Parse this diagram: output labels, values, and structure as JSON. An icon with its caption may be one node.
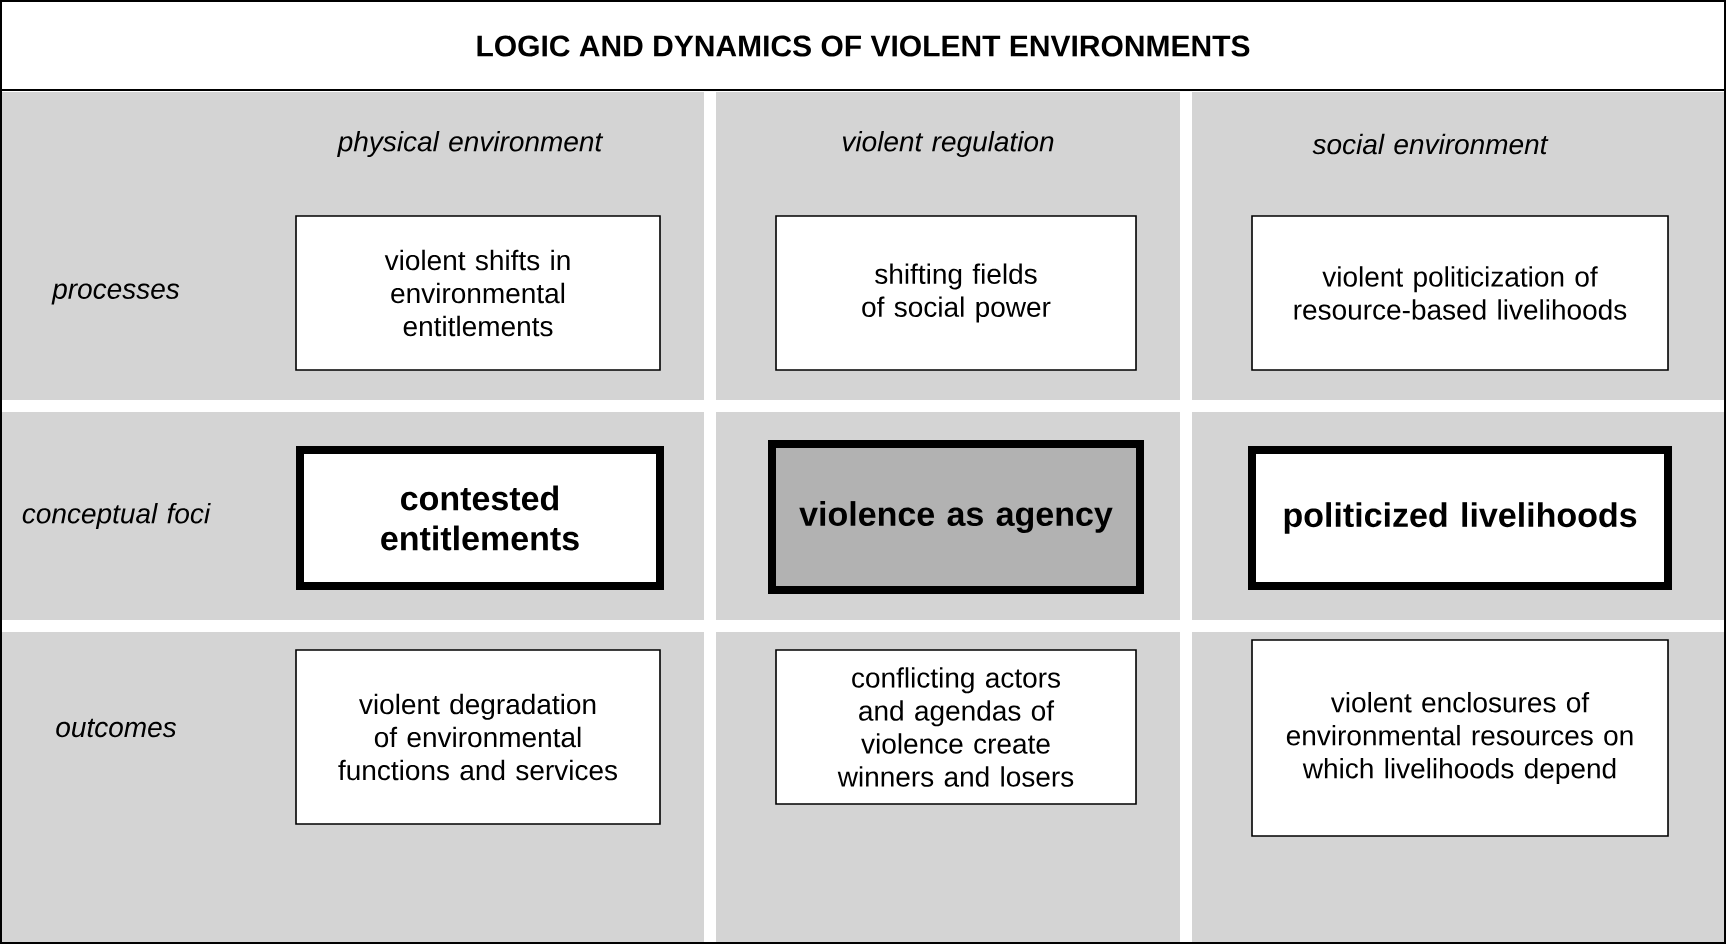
{
  "diagram": {
    "title": "LOGIC AND DYNAMICS OF VIOLENT ENVIRONMENTS",
    "nodes": [
      {
        "text": [
          "violent shifts in environmental entitlements"
        ]
      },
      {
        "text": [
          "shifting fields of social power"
        ]
      },
      {
        "text": [
          "violent politicization of resource-based livelihoods"
        ]
      },
      {
        "text": [
          "contested entitlements"
        ]
      },
      {
        "text": [
          "violence as agency"
        ]
      },
      {
        "text": [
          "politicized livelihoods"
        ]
      },
      {
        "text": [
          "violent degradation of environmental functions and services"
        ]
      },
      {
        "text": [
          "conflicting actors and agendas of violence create winners and losers"
        ]
      },
      {
        "text": [
          "violent enclosures of environmental resources on which livelihoods depend"
        ]
      }
    ],
    "labels": [
      "physical environment",
      "violent regulation",
      "social environment",
      "processes",
      "conceptual foci",
      "outcomes"
    ]
  }
}
